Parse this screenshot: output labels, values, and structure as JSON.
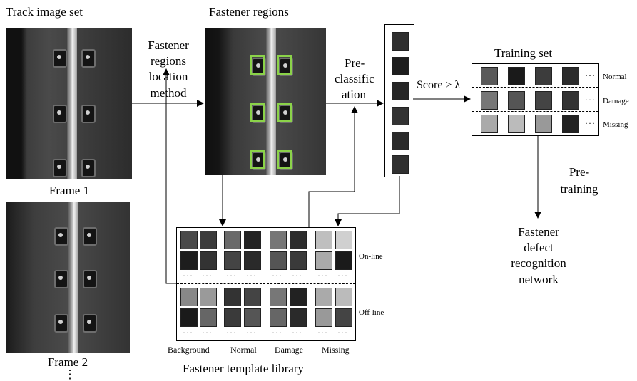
{
  "title_track": "Track image set",
  "title_regions": "Fastener regions",
  "frame1": "Frame 1",
  "frame2": "Frame 2",
  "vdots": "⋮",
  "location_method": [
    "Fastener",
    "regions",
    "location",
    "method"
  ],
  "preclass": [
    "Pre-",
    "classific",
    "ation"
  ],
  "score": "Score > λ",
  "training_set": "Training set",
  "train_rows": [
    "Normal",
    "Damage",
    "Missing"
  ],
  "pretraining": [
    "Pre-",
    "training"
  ],
  "network": [
    "Fastener",
    "defect",
    "recognition",
    "network"
  ],
  "library_rows": [
    "On-line",
    "Off-line"
  ],
  "library_cols": [
    "Background",
    "Normal",
    "Damage",
    "Missing"
  ],
  "library_title": "Fastener template library",
  "ellipsis": "···"
}
